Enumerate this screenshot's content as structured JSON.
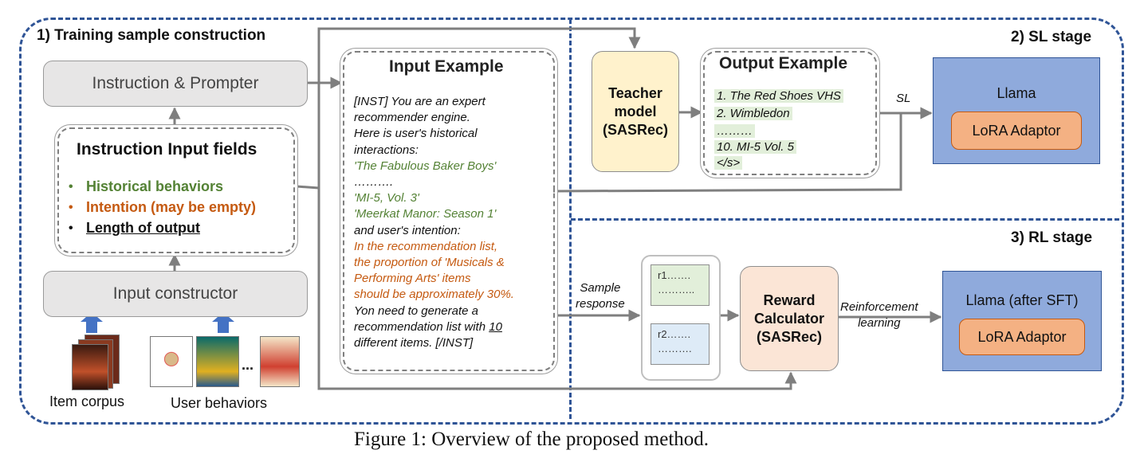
{
  "sections": {
    "training": "1) Training sample construction",
    "sl": "2) SL stage",
    "rl": "3) RL stage"
  },
  "instruction_prompter": "Instruction & Prompter",
  "input_fields": {
    "title": "Instruction Input fields",
    "items": [
      "Historical behaviors",
      "Intention (may be empty)",
      "Length of output"
    ]
  },
  "input_constructor": "Input constructor",
  "corpus_labels": {
    "item_corpus": "Item corpus",
    "user_behaviors": "User behaviors",
    "ellipsis": "..."
  },
  "input_example": {
    "title": "Input Example",
    "lines": [
      "[INST] You are an expert",
      "recommender engine.",
      "Here is user's historical",
      "interactions:",
      "'The Fabulous Baker Boys'",
      " ……….",
      "'MI-5, Vol. 3'",
      "'Meerkat Manor: Season 1'",
      "and user's intention:",
      "In the recommendation list,",
      "the proportion of 'Musicals &",
      "Performing Arts' items",
      "should be approximately 30%.",
      "Yon need to generate a",
      "recommendation list with ",
      "different items.  [/INST]"
    ],
    "count": "10"
  },
  "teacher": {
    "line1": "Teacher",
    "line2": "model",
    "line3": "(SASRec)"
  },
  "output_example": {
    "title": "Output Example",
    "lines": [
      "1. The Red Shoes VHS",
      "2. Wimbledon",
      "………",
      "10. MI-5 Vol. 5",
      "</s>"
    ]
  },
  "sl_label": "SL",
  "llama_sl": {
    "title": "Llama",
    "adaptor": "LoRA Adaptor"
  },
  "sample_response": {
    "line1": "Sample",
    "line2": "response"
  },
  "responses": {
    "r1": "r1…….",
    "r1_more": "………..",
    "r2": "r2…….",
    "r2_more": "………."
  },
  "reward": {
    "line1": "Reward",
    "line2": "Calculator",
    "line3": "(SASRec)"
  },
  "rl_label": {
    "line1": "Reinforcement",
    "line2": "learning"
  },
  "llama_rl": {
    "title": "Llama (after SFT)",
    "adaptor": "LoRA Adaptor"
  },
  "caption": "Figure 1: Overview of the proposed method.",
  "colors": {
    "frame": "#2f5496",
    "teacher": "#fff2cc",
    "reward": "#fbe5d6",
    "llama": "#8faadc",
    "lora": "#f4b183",
    "green": "#548235",
    "orange": "#c55a11"
  }
}
